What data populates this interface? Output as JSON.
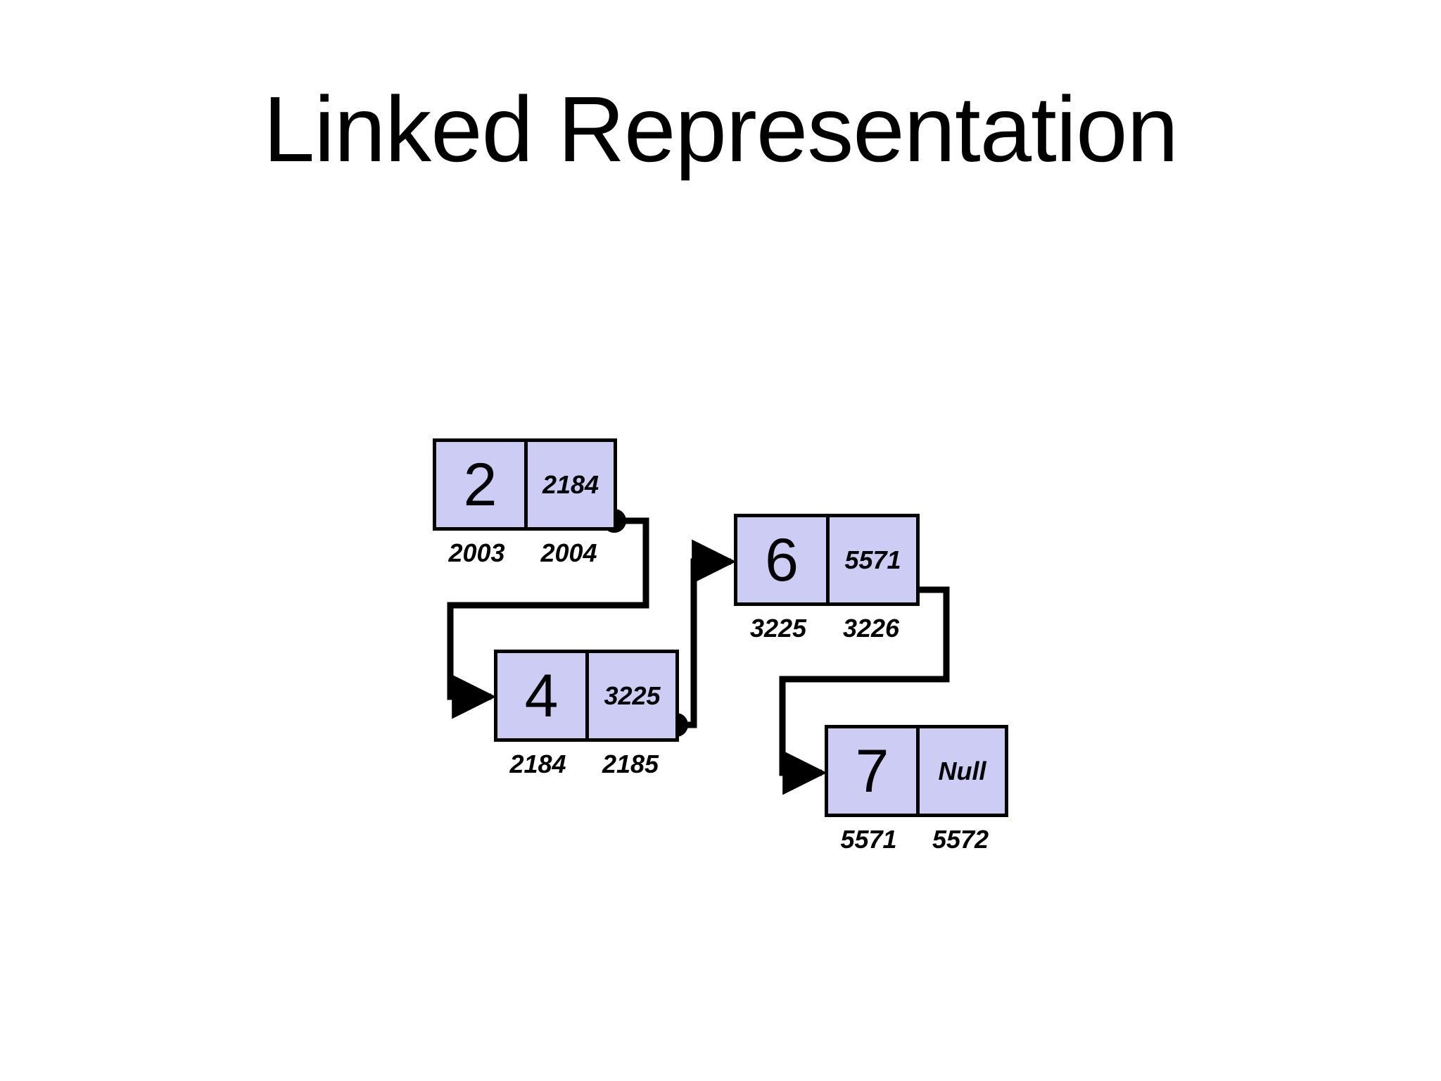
{
  "slide": {
    "title": "Linked Representation",
    "background_color": "#FFFFFF",
    "node_fill_color": "#CCCCF4",
    "node_border_color": "#000000",
    "link_color": "#000000"
  },
  "diagram": {
    "type": "linked-list",
    "nodes": [
      {
        "id": "node-1",
        "value": "2",
        "pointer": "2184",
        "data_address": "2003",
        "pointer_address": "2004"
      },
      {
        "id": "node-2",
        "value": "4",
        "pointer": "3225",
        "data_address": "2184",
        "pointer_address": "2185"
      },
      {
        "id": "node-3",
        "value": "6",
        "pointer": "5571",
        "data_address": "3225",
        "pointer_address": "3226"
      },
      {
        "id": "node-4",
        "value": "7",
        "pointer": "Null",
        "data_address": "5571",
        "pointer_address": "5572"
      }
    ],
    "links": [
      {
        "from": "node-1",
        "to": "node-2"
      },
      {
        "from": "node-2",
        "to": "node-3"
      },
      {
        "from": "node-3",
        "to": "node-4"
      }
    ]
  }
}
